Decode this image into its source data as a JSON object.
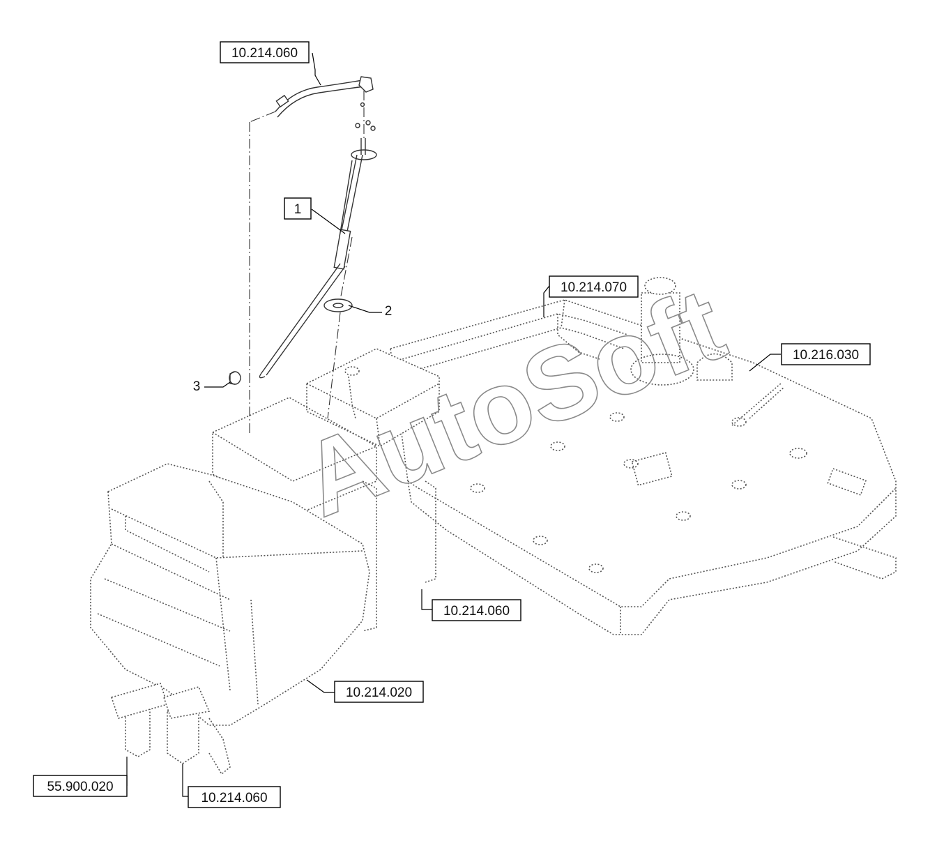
{
  "callouts": [
    {
      "id": "c1",
      "label": "10.214.060"
    },
    {
      "id": "c2",
      "label": "10.214.070"
    },
    {
      "id": "c3",
      "label": "10.216.030"
    },
    {
      "id": "c4",
      "label": "10.214.060"
    },
    {
      "id": "c5",
      "label": "10.214.020"
    },
    {
      "id": "c6",
      "label": "55.900.020"
    },
    {
      "id": "c7",
      "label": "10.214.060"
    }
  ],
  "items": [
    {
      "id": "i1",
      "label": "1"
    },
    {
      "id": "i2",
      "label": "2"
    },
    {
      "id": "i3",
      "label": "3"
    }
  ],
  "watermark": "AutoSoft"
}
